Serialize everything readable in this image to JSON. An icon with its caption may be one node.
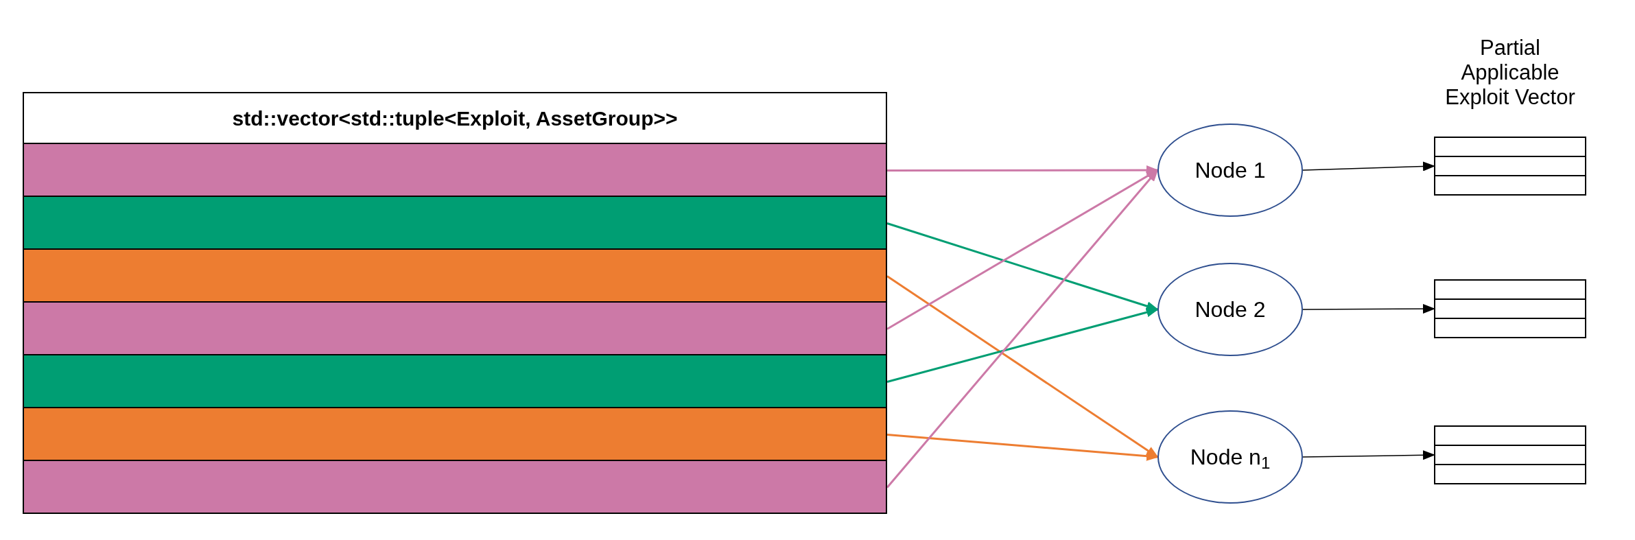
{
  "diagram": {
    "nodes": [
      {
        "text": [
          "std::vector<std::tuple<Exploit, AssetGroup>>"
        ]
      },
      {
        "text": [],
        "shape": "bar"
      },
      {
        "text": [],
        "shape": "bar"
      },
      {
        "text": [],
        "shape": "bar"
      },
      {
        "text": [],
        "shape": "bar"
      },
      {
        "text": [],
        "shape": "bar"
      },
      {
        "text": [],
        "shape": "bar"
      },
      {
        "text": [],
        "shape": "bar"
      },
      {
        "text": [
          "Node 1"
        ]
      },
      {
        "text": [
          "Node 2"
        ]
      },
      {
        "text": [
          "Node n$_{1}$"
        ]
      },
      {
        "text": [],
        "shape": "box",
        "beside": [
          "Partial Applicable Exploit Vector"
        ]
      },
      {
        "text": [],
        "shape": "box"
      },
      {
        "text": [],
        "shape": "box"
      }
    ],
    "edges": [
      {
        "from": 1,
        "to": 8,
        "arrow": "to",
        "color": "#cc79a7"
      },
      {
        "from": 2,
        "to": 9,
        "arrow": "to",
        "color": "#009e73"
      },
      {
        "from": 3,
        "to": 10,
        "arrow": "to",
        "color": "#ed7d31"
      },
      {
        "from": 4,
        "to": 8,
        "arrow": "to",
        "color": "#cc79a7"
      },
      {
        "from": 5,
        "to": 9,
        "arrow": "to",
        "color": "#009e73"
      },
      {
        "from": 6,
        "to": 10,
        "arrow": "to",
        "color": "#ed7d31"
      },
      {
        "from": 7,
        "to": 8,
        "arrow": "to",
        "color": "#cc79a7"
      },
      {
        "from": 8,
        "to": 11,
        "arrow": "to",
        "color": "#000000"
      },
      {
        "from": 9,
        "to": 12,
        "arrow": "to",
        "color": "#000000"
      },
      {
        "from": 10,
        "to": 13,
        "arrow": "to",
        "color": "#000000"
      }
    ]
  }
}
